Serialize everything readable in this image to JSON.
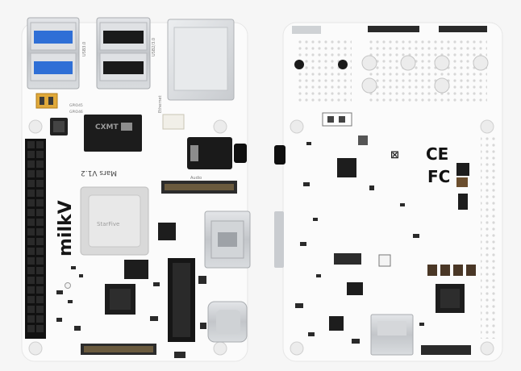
{
  "photo": {
    "front_board": {
      "silkscreen": {
        "brand": "milkV",
        "model": "Mars V1.2",
        "audio": "Audio",
        "ethernet": "Ethernet",
        "usb_left": "USB3.0",
        "usb_right": "USB2/3.0",
        "gpio_a": "GPIO45",
        "gpio_b": "GPIO46",
        "mem_chip": "CXMT",
        "soc_chip": "StarFive"
      }
    },
    "back_board": {
      "marks": {
        "ce": "CE",
        "fc": "FC"
      }
    },
    "colors": {
      "background": "#f6f6f6",
      "pcb": "#fbfbfb",
      "chip": "#1c1c1c",
      "metal": "#c9ccd0",
      "usb_blue": "#2f6fd6",
      "header": "#111111"
    }
  }
}
